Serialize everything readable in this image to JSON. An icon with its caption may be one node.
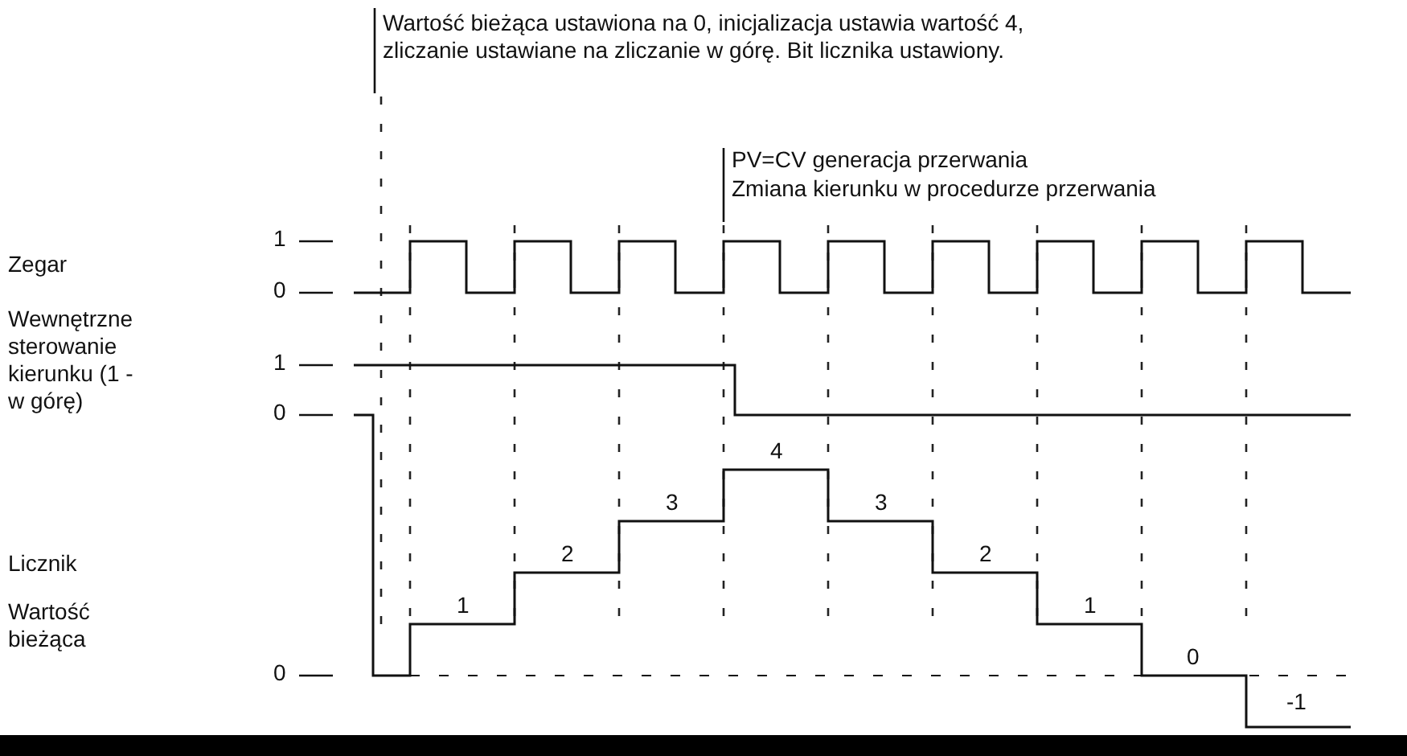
{
  "diagram": {
    "labels": [
      "Wartość bieżąca ustawiona na 0, inicjalizacja ustawia wartość 4, zliczanie ustawiane na zliczanie w górę. Bit licznika ustawiony.",
      "PV=CV generacja przerwania",
      "Zmiana kierunku w procedurze przerwania",
      "1",
      "Zegar",
      "0",
      "Wewnętrzne sterowanie kierunku (1 - w górę)",
      "1",
      "0",
      "4",
      "3",
      "3",
      "2",
      "2",
      "Licznik",
      "1",
      "1",
      "Wartość bieżąca",
      "0",
      "0",
      "-1"
    ]
  }
}
